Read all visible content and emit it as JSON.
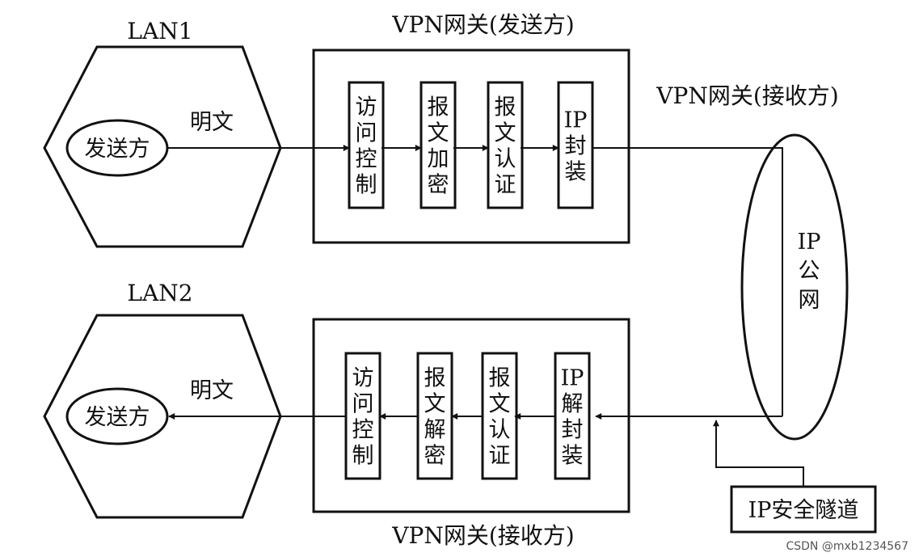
{
  "lan1": {
    "title": "LAN1",
    "host": "发送方",
    "plaintext_label": "明文"
  },
  "lan2": {
    "title": "LAN2",
    "host": "发送方",
    "plaintext_label": "明文"
  },
  "gateway_sender": {
    "title": "VPN网关(发送方)",
    "modules": [
      [
        "访",
        "问",
        "控",
        "制"
      ],
      [
        "报",
        "文",
        "加",
        "密"
      ],
      [
        "报",
        "文",
        "认",
        "证"
      ],
      [
        "IP",
        "封",
        "装"
      ]
    ]
  },
  "gateway_receiver": {
    "title_top": "VPN网关(接收方)",
    "title_bottom": "VPN网关(接收方)",
    "modules": [
      [
        "访",
        "问",
        "控",
        "制"
      ],
      [
        "报",
        "文",
        "解",
        "密"
      ],
      [
        "报",
        "文",
        "认",
        "证"
      ],
      [
        "IP",
        "解",
        "封",
        "装"
      ]
    ]
  },
  "public_net": {
    "label": [
      "IP",
      "公",
      "网"
    ]
  },
  "tunnel": {
    "label": "IP安全隧道"
  },
  "watermark": "CSDN @mxb1234567"
}
